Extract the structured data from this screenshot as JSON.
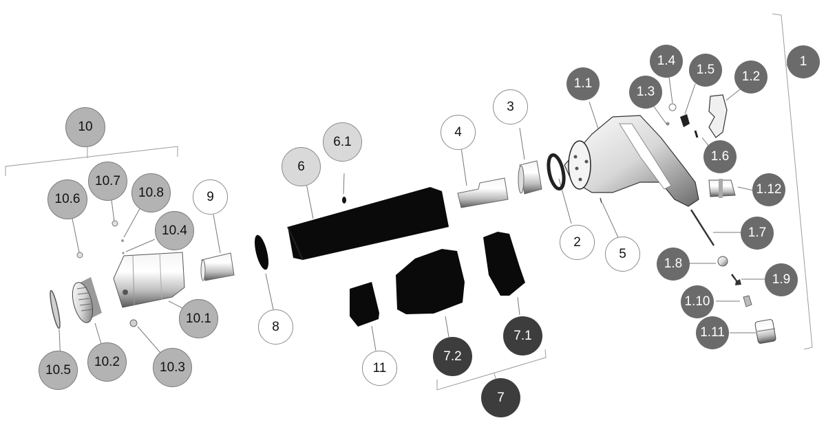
{
  "title": "Exploded parts view",
  "colors": {
    "group_1": "#6b6b6b",
    "group_7": "#3d3d3d",
    "group_10": "#b3b3b3",
    "group_6": "#d9d9d9",
    "single": "#ffffff",
    "part_black": "#0a0a0a",
    "part_metal": "#cfcfcf",
    "leader": "#777777"
  },
  "labels": {
    "p1": "1",
    "p1_1": "1.1",
    "p1_2": "1.2",
    "p1_3": "1.3",
    "p1_4": "1.4",
    "p1_5": "1.5",
    "p1_6": "1.6",
    "p1_7": "1.7",
    "p1_8": "1.8",
    "p1_9": "1.9",
    "p1_10": "1.10",
    "p1_11": "1.11",
    "p1_12": "1.12",
    "p2": "2",
    "p3": "3",
    "p4": "4",
    "p5": "5",
    "p6": "6",
    "p6_1": "6.1",
    "p7": "7",
    "p7_1": "7.1",
    "p7_2": "7.2",
    "p8": "8",
    "p9": "9",
    "p10": "10",
    "p10_1": "10.1",
    "p10_2": "10.2",
    "p10_3": "10.3",
    "p10_4": "10.4",
    "p10_5": "10.5",
    "p10_6": "10.6",
    "p10_7": "10.7",
    "p10_8": "10.8",
    "p11": "11"
  }
}
